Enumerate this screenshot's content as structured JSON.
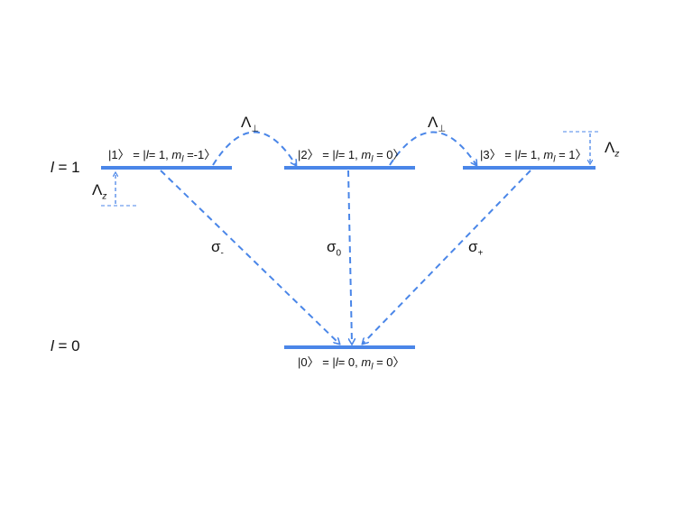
{
  "levels": {
    "upper": {
      "name": "l",
      "value": "= 1"
    },
    "lower": {
      "name": "l",
      "value": "= 0"
    }
  },
  "states": {
    "s1": {
      "ket": "|1〉 = |",
      "l": "l",
      "rest": "= 1, ",
      "m": "m",
      "m_sub": "l",
      "tail": " =-1〉"
    },
    "s2": {
      "ket": "|2〉 = |",
      "l": "l",
      "rest": "= 1, ",
      "m": "m",
      "m_sub": "l",
      "tail": " = 0〉"
    },
    "s3": {
      "ket": "|3〉 = |",
      "l": "l",
      "rest": "= 1, ",
      "m": "m",
      "m_sub": "l",
      "tail": " = 1〉"
    },
    "s0": {
      "ket": "|0〉 = |",
      "l": "l",
      "rest": "= 0, ",
      "m": "m",
      "m_sub": "l",
      "tail": " = 0〉"
    }
  },
  "couplings": {
    "lambda_perp_left": {
      "sym": "Λ",
      "sub": "⊥"
    },
    "lambda_perp_right": {
      "sym": "Λ",
      "sub": "⊥"
    },
    "lambda_z_left": {
      "sym": "Λ",
      "sub": "z"
    },
    "lambda_z_right": {
      "sym": "Λ",
      "sub": "z"
    }
  },
  "transitions": {
    "sigma_minus": {
      "sym": "σ",
      "sub": "-"
    },
    "sigma_zero": {
      "sym": "σ",
      "sub": "0"
    },
    "sigma_plus": {
      "sym": "σ",
      "sub": "+"
    }
  },
  "colors": {
    "line": "#4a86e8",
    "text": "#111111"
  }
}
